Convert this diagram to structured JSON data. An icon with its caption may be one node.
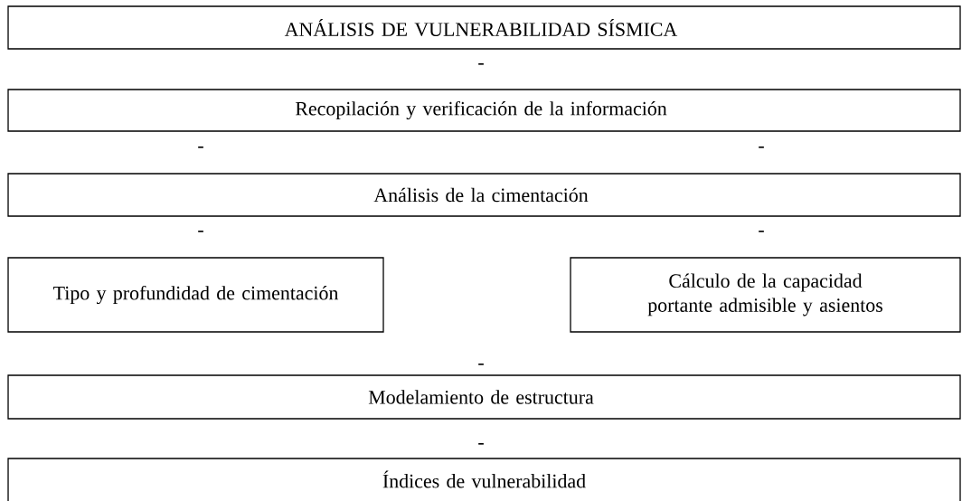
{
  "diagram": {
    "nodes": [
      {
        "text": [
          "ANÁLISIS DE VULNERABILIDAD SÍSMICA"
        ]
      },
      {
        "text": [
          "Recopilación y verificación de la información"
        ]
      },
      {
        "text": [
          "Análisis de la cimentación"
        ]
      },
      {
        "text": [
          "Tipo y profundidad de cimentación"
        ]
      },
      {
        "text": [
          "Cálculo de la capacidad portante admisible y asientos"
        ]
      },
      {
        "text": [
          "Modelamiento de estructura"
        ]
      },
      {
        "text": [
          "Índices de vulnerabilidad"
        ]
      }
    ],
    "labels": [
      "-",
      "-",
      "-",
      "-",
      "-",
      "-",
      "-"
    ]
  }
}
